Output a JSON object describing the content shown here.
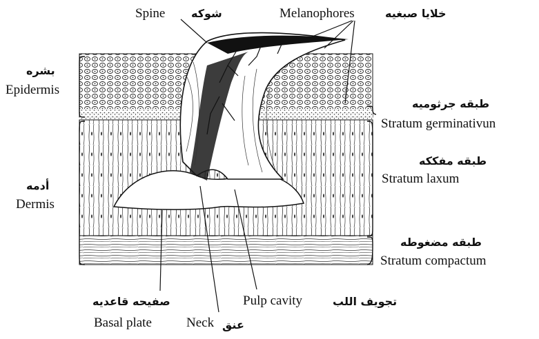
{
  "labels": {
    "spine_en": "Spine",
    "spine_ar": "شوكه",
    "melanophores_en": "Melanophores",
    "melanophores_ar": "خلايا صبغيه",
    "epidermis_ar": "بشره",
    "epidermis_en": "Epidermis",
    "germinativum_ar": "طبقه جرثوميه",
    "germinativum_en": "Stratum germinativun",
    "dermis_ar": "أدمه",
    "dermis_en": "Dermis",
    "laxum_ar": "طبقه مفككه",
    "laxum_en": "Stratum laxum",
    "compactum_ar": "طبقه مضغوطه",
    "compactum_en": "Stratum compactum",
    "basal_ar": "صفيحه قاعديه",
    "basal_en": "Basal plate",
    "neck_en": "Neck",
    "neck_ar": "عنق",
    "pulp_en": "Pulp cavity",
    "pulp_ar": "تجويف اللب"
  },
  "colors": {
    "ink": "#111111",
    "paper": "#ffffff"
  }
}
